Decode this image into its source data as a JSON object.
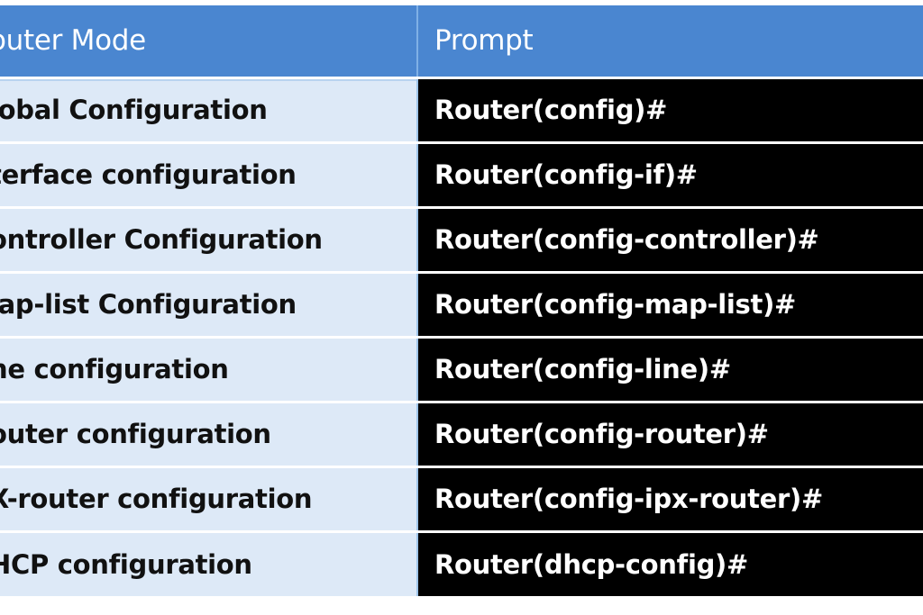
{
  "table": {
    "headers": {
      "mode": "outer Mode",
      "prompt": "Prompt"
    },
    "rows": [
      {
        "mode": "lobal Configuration",
        "prompt": "Router(config)#"
      },
      {
        "mode": "terface configuration",
        "prompt": "Router(config-if)#"
      },
      {
        "mode": "ontroller Configuration",
        "prompt": "Router(config-controller)#"
      },
      {
        "mode": "lap-list Configuration",
        "prompt": "Router(config-map-list)#"
      },
      {
        "mode": "ne configuration",
        "prompt": "Router(config-line)#"
      },
      {
        "mode": "outer configuration",
        "prompt": "Router(config-router)#"
      },
      {
        "mode": "X-router configuration",
        "prompt": "Router(config-ipx-router)#"
      },
      {
        "mode": "HCP configuration",
        "prompt": "Router(dhcp-config)#"
      }
    ]
  },
  "colors": {
    "header_bg": "#4a86d0",
    "mode_cell_bg": "#dde9f7",
    "prompt_cell_bg": "#000000",
    "prompt_text": "#ffffff"
  }
}
